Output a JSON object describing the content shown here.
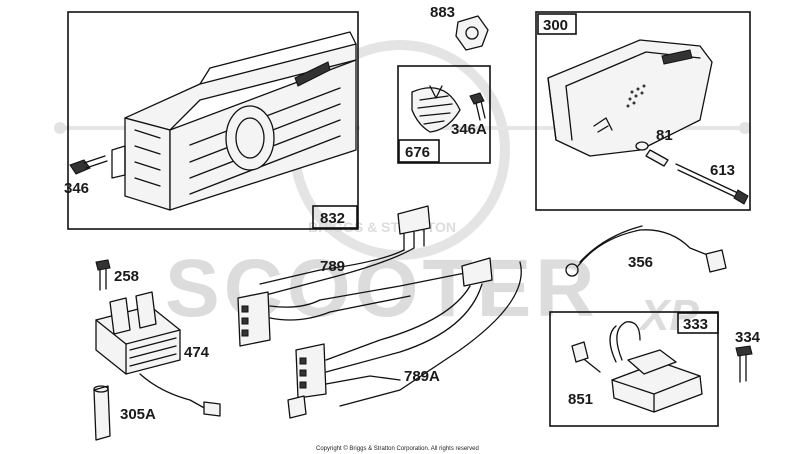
{
  "watermark": {
    "brand": "SCOOTER",
    "sub": "BRIGGS & STRATTON",
    "accent": "XP"
  },
  "callouts": [
    {
      "id": "p883",
      "text": "883"
    },
    {
      "id": "p300",
      "text": "300"
    },
    {
      "id": "p346",
      "text": "346"
    },
    {
      "id": "p832",
      "text": "832"
    },
    {
      "id": "p346A",
      "text": "346A"
    },
    {
      "id": "p676",
      "text": "676"
    },
    {
      "id": "p81",
      "text": "81"
    },
    {
      "id": "p613",
      "text": "613"
    },
    {
      "id": "p258",
      "text": "258"
    },
    {
      "id": "p789",
      "text": "789"
    },
    {
      "id": "p356",
      "text": "356"
    },
    {
      "id": "p474",
      "text": "474"
    },
    {
      "id": "p789A",
      "text": "789A"
    },
    {
      "id": "p333",
      "text": "333"
    },
    {
      "id": "p334",
      "text": "334"
    },
    {
      "id": "p851",
      "text": "851"
    },
    {
      "id": "p305A",
      "text": "305A"
    }
  ],
  "copyright": "Copyright © Briggs & Stratton Corporation. All rights reserved",
  "colors": {
    "ink": "#111111",
    "watermark": "#d9d9d9",
    "background": "#ffffff"
  }
}
